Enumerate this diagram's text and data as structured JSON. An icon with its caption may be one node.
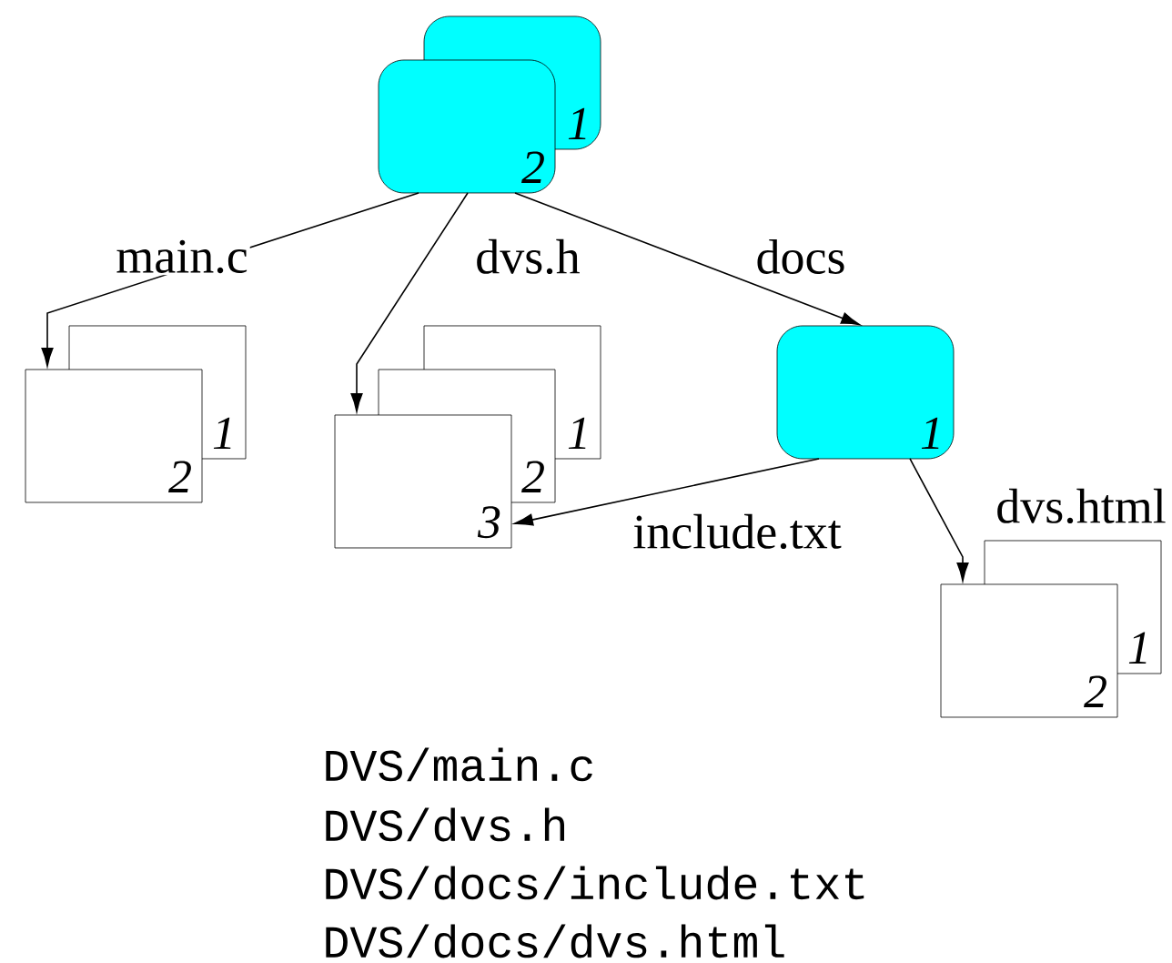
{
  "diagram": {
    "nodes": [
      {
        "text": [
          "1"
        ]
      },
      {
        "text": [
          "2"
        ]
      },
      {
        "text": [
          "1"
        ]
      },
      {
        "text": [
          "2"
        ]
      },
      {
        "text": [
          "1"
        ]
      },
      {
        "text": [
          "2"
        ]
      },
      {
        "text": [
          "3"
        ]
      },
      {
        "text": [
          "1"
        ]
      },
      {
        "text": [
          "1"
        ]
      },
      {
        "text": [
          "2"
        ]
      }
    ],
    "edges": [
      {
        "from": 1,
        "to": 3,
        "arrow": "to",
        "label": "main.c"
      },
      {
        "from": 1,
        "to": 6,
        "arrow": "to",
        "label": "dvs.h"
      },
      {
        "from": 1,
        "to": 7,
        "arrow": "to",
        "label": "docs"
      },
      {
        "from": 7,
        "to": 6,
        "arrow": "to",
        "label": "include.txt"
      },
      {
        "from": 7,
        "to": 9,
        "arrow": "to",
        "label": "dvs.html"
      }
    ],
    "labels": [
      "DVS/main.c",
      "DVS/dvs.h",
      "DVS/docs/include.txt",
      "DVS/docs/dvs.html"
    ]
  }
}
